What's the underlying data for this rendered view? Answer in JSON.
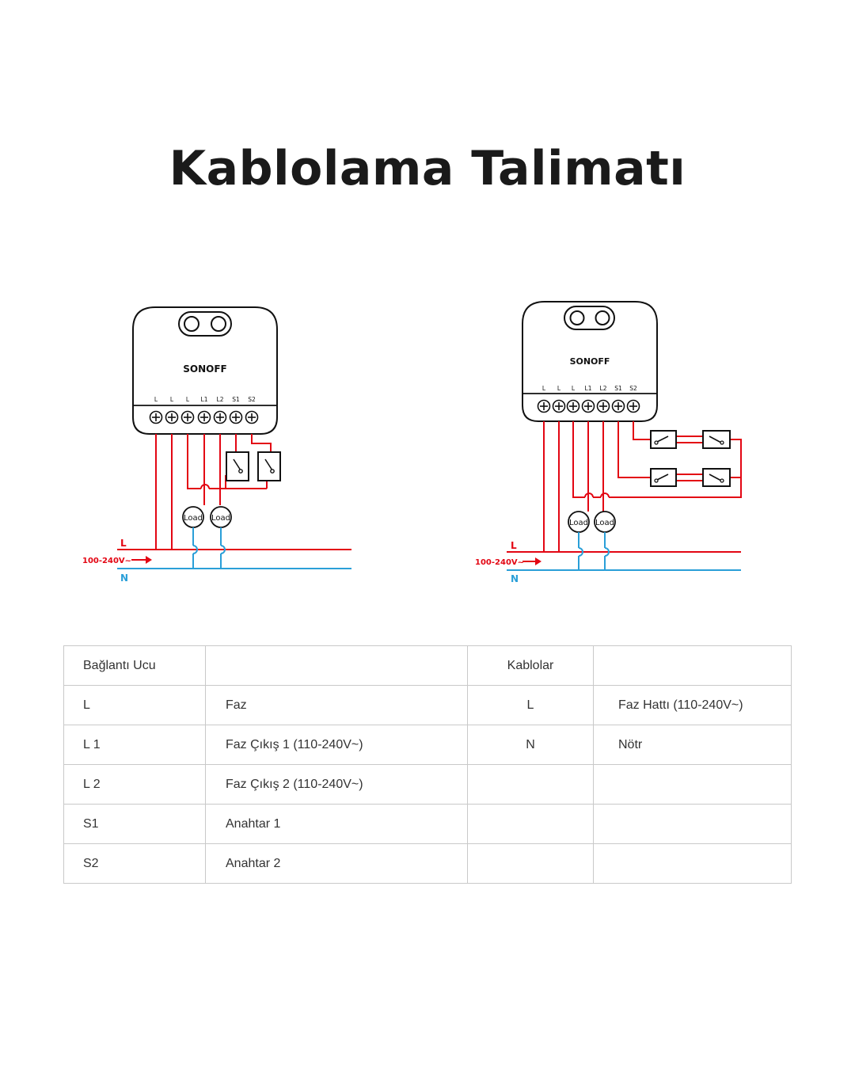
{
  "title": "Kablolama Talimatı",
  "colors": {
    "line": "#e30613",
    "neutral": "#2a9fd8",
    "device": "#111111"
  },
  "diagrams": [
    {
      "brand": "SONOFF",
      "terminals": [
        "L",
        "L",
        "L",
        "L1",
        "L2",
        "S1",
        "S2"
      ],
      "loads": [
        "Load",
        "Load"
      ],
      "line_label": "L",
      "neutral_label": "N",
      "voltage_label": "100-240V~"
    },
    {
      "brand": "SONOFF",
      "terminals": [
        "L",
        "L",
        "L",
        "L1",
        "L2",
        "S1",
        "S2"
      ],
      "loads": [
        "Load",
        "Load"
      ],
      "line_label": "L",
      "neutral_label": "N",
      "voltage_label": "100-240V~"
    }
  ],
  "table": {
    "rows": [
      [
        "Bağlantı Ucu",
        "",
        "Kablolar",
        ""
      ],
      [
        "L",
        "Faz",
        "L",
        "Faz Hattı (110-240V~)"
      ],
      [
        "L 1",
        "Faz Çıkış 1 (110-240V~)",
        "N",
        "Nötr"
      ],
      [
        "L 2",
        "Faz Çıkış 2 (110-240V~)",
        "",
        ""
      ],
      [
        "S1",
        "Anahtar 1",
        "",
        ""
      ],
      [
        "S2",
        "Anahtar 2",
        "",
        ""
      ]
    ]
  }
}
